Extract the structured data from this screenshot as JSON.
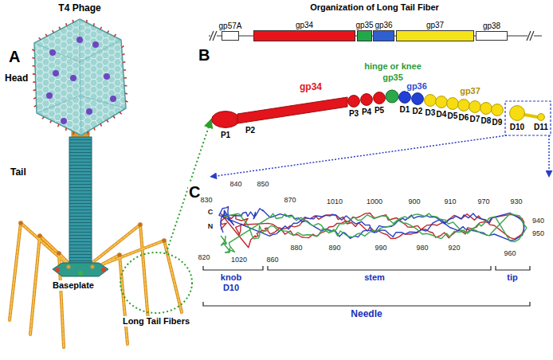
{
  "diagram": {
    "nodes": [
      {
        "text": [
          "Long Tail Fibers"
        ]
      },
      {
        "text": [
          "gp57A"
        ]
      },
      {
        "text": [
          "gp34"
        ]
      },
      {
        "text": [
          "gp35"
        ]
      },
      {
        "text": [
          "gp36"
        ]
      },
      {
        "text": [
          "gp37"
        ]
      },
      {
        "text": [
          "gp38"
        ]
      },
      {
        "text": [
          "P1"
        ]
      },
      {
        "text": [
          "P2"
        ]
      },
      {
        "text": [
          "P3"
        ]
      },
      {
        "text": [
          "P4"
        ]
      },
      {
        "text": [
          "P5"
        ]
      },
      {
        "text": [
          "D1"
        ]
      },
      {
        "text": [
          "D2"
        ]
      },
      {
        "text": [
          "D3"
        ]
      },
      {
        "text": [
          "D4"
        ]
      },
      {
        "text": [
          "D5"
        ]
      },
      {
        "text": [
          "D6"
        ]
      },
      {
        "text": [
          "D7"
        ]
      },
      {
        "text": [
          "D8"
        ]
      },
      {
        "text": [
          "D9"
        ]
      },
      {
        "text": [
          "D10"
        ]
      },
      {
        "text": [
          "D11"
        ]
      }
    ],
    "edges": [
      {
        "from": 0,
        "to": 7,
        "arrow": "to"
      }
    ],
    "labels": [
      "A",
      "T4 Phage",
      "Head",
      "Tail",
      "Baseplate",
      "B",
      "Organization of Long Tail Fiber",
      "gp34",
      "hinge or knee",
      "gp35",
      "gp36",
      "gp37",
      "C",
      "840",
      "850",
      "830",
      "870",
      "1010",
      "1000",
      "900",
      "910",
      "970",
      "930",
      "C",
      "N",
      "940",
      "950",
      "820",
      "1020",
      "860",
      "880",
      "890",
      "990",
      "980",
      "920",
      "960",
      "knob",
      "D10",
      "stem",
      "tip",
      "Needle"
    ]
  }
}
